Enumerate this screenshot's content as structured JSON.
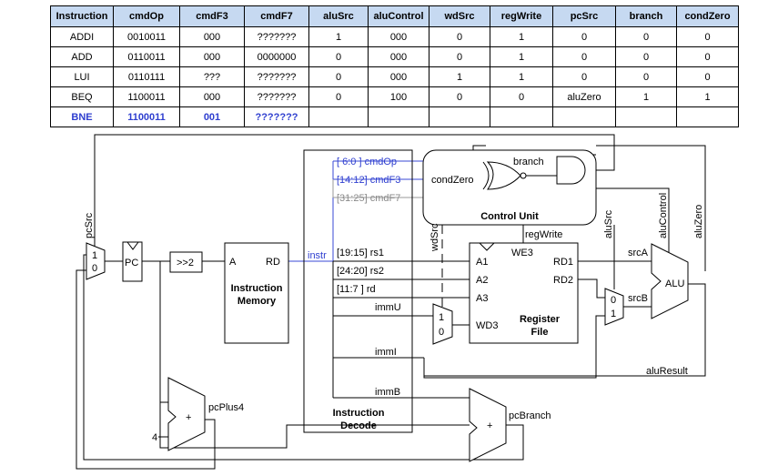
{
  "table": {
    "headers": [
      "Instruction",
      "cmdOp",
      "cmdF3",
      "cmdF7",
      "aluSrc",
      "aluControl",
      "wdSrc",
      "regWrite",
      "pcSrc",
      "branch",
      "condZero"
    ],
    "rows": [
      [
        "ADDI",
        "0010011",
        "000",
        "???????",
        "1",
        "000",
        "0",
        "1",
        "0",
        "0",
        "0"
      ],
      [
        "ADD",
        "0110011",
        "000",
        "0000000",
        "0",
        "000",
        "0",
        "1",
        "0",
        "0",
        "0"
      ],
      [
        "LUI",
        "0110111",
        "???",
        "???????",
        "0",
        "000",
        "1",
        "1",
        "0",
        "0",
        "0"
      ],
      [
        "BEQ",
        "1100011",
        "000",
        "???????",
        "0",
        "100",
        "0",
        "0",
        "aluZero",
        "1",
        "1"
      ],
      [
        "BNE",
        "1100011",
        "001",
        "???????",
        "",
        "",
        "",
        "",
        "",
        "",
        ""
      ]
    ],
    "highlight_row": 4,
    "header_color": "#c6d9f1",
    "highlight_color": "#2e3ecf"
  },
  "diagram": {
    "mux_pc": {
      "in1": "1",
      "in0": "0",
      "signal": "pcSrc"
    },
    "pc": "PC",
    "shift": ">>2",
    "imem": {
      "a": "A",
      "rd": "RD",
      "title1": "Instruction",
      "title2": "Memory"
    },
    "instr": "instr",
    "decode": {
      "title1": "Instruction",
      "title2": "Decode",
      "f_op": "[  6:0  ]  cmdOp",
      "f_f3": "[14:12]  cmdF3",
      "f_f7": "[31:25]  cmdF7",
      "rs1": "[19:15]   rs1",
      "rs2": "[24:20]   rs2",
      "rd": "[11:7  ]   rd",
      "immU": "immU",
      "immI": "immI",
      "immB": "immB"
    },
    "control": {
      "title": "Control Unit",
      "condZero": "condZero",
      "branch": "branch"
    },
    "signals": {
      "wdSrc": "wdSrc",
      "aluSrc": "aluSrc",
      "aluControl": "aluControl",
      "aluZero": "aluZero",
      "regWrite": "regWrite"
    },
    "regfile": {
      "we3": "WE3",
      "a1": "A1",
      "a2": "A2",
      "a3": "A3",
      "wd3": "WD3",
      "rd1": "RD1",
      "rd2": "RD2",
      "title1": "Register",
      "title2": "File"
    },
    "mux_wd": {
      "in1": "1",
      "in0": "0"
    },
    "mux_alu": {
      "in0": "0",
      "in1": "1"
    },
    "alu": {
      "label": "ALU",
      "srcA": "srcA",
      "srcB": "srcB",
      "result": "aluResult"
    },
    "adder_plus4": {
      "op": "+",
      "out": "pcPlus4",
      "const": "4"
    },
    "adder_branch": {
      "op": "+",
      "out": "pcBranch"
    }
  }
}
